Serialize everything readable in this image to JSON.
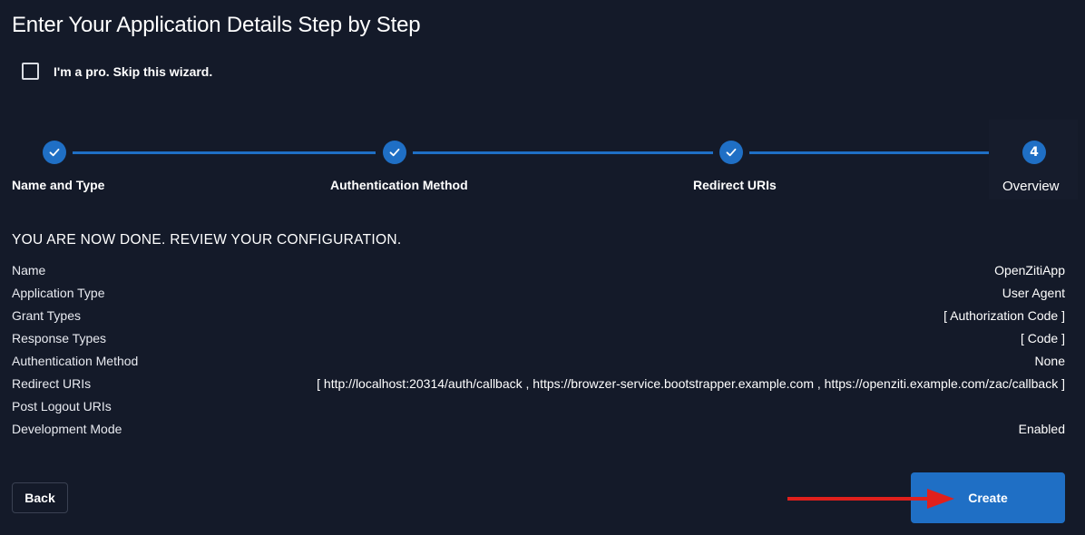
{
  "page": {
    "title": "Enter Your Application Details Step by Step"
  },
  "wizard": {
    "skip_label": "I'm a pro. Skip this wizard.",
    "skip_checked": false
  },
  "stepper": {
    "steps": [
      {
        "label": "Name and Type",
        "status": "complete",
        "icon": "check-icon"
      },
      {
        "label": "Authentication Method",
        "status": "complete",
        "icon": "check-icon"
      },
      {
        "label": "Redirect URIs",
        "status": "complete",
        "icon": "check-icon"
      },
      {
        "label": "Overview",
        "status": "current",
        "number": "4"
      }
    ]
  },
  "review": {
    "heading": "YOU ARE NOW DONE. REVIEW YOUR CONFIGURATION.",
    "rows": [
      {
        "key": "Name",
        "value": "OpenZitiApp"
      },
      {
        "key": "Application Type",
        "value": "User Agent"
      },
      {
        "key": "Grant Types",
        "value": "[ Authorization Code ]"
      },
      {
        "key": "Response Types",
        "value": "[ Code ]"
      },
      {
        "key": "Authentication Method",
        "value": "None"
      },
      {
        "key": "Redirect URIs",
        "value": "[ http://localhost:20314/auth/callback , https://browzer-service.bootstrapper.example.com , https://openziti.example.com/zac/callback ]"
      },
      {
        "key": "Post Logout URIs",
        "value": ""
      },
      {
        "key": "Development Mode",
        "value": "Enabled"
      }
    ]
  },
  "actions": {
    "back_label": "Back",
    "create_label": "Create"
  },
  "colors": {
    "background": "#141a29",
    "accent": "#1f6fc5",
    "annotation_arrow": "#e0201c"
  },
  "annotation": {
    "icon": "red-arrow-icon"
  }
}
